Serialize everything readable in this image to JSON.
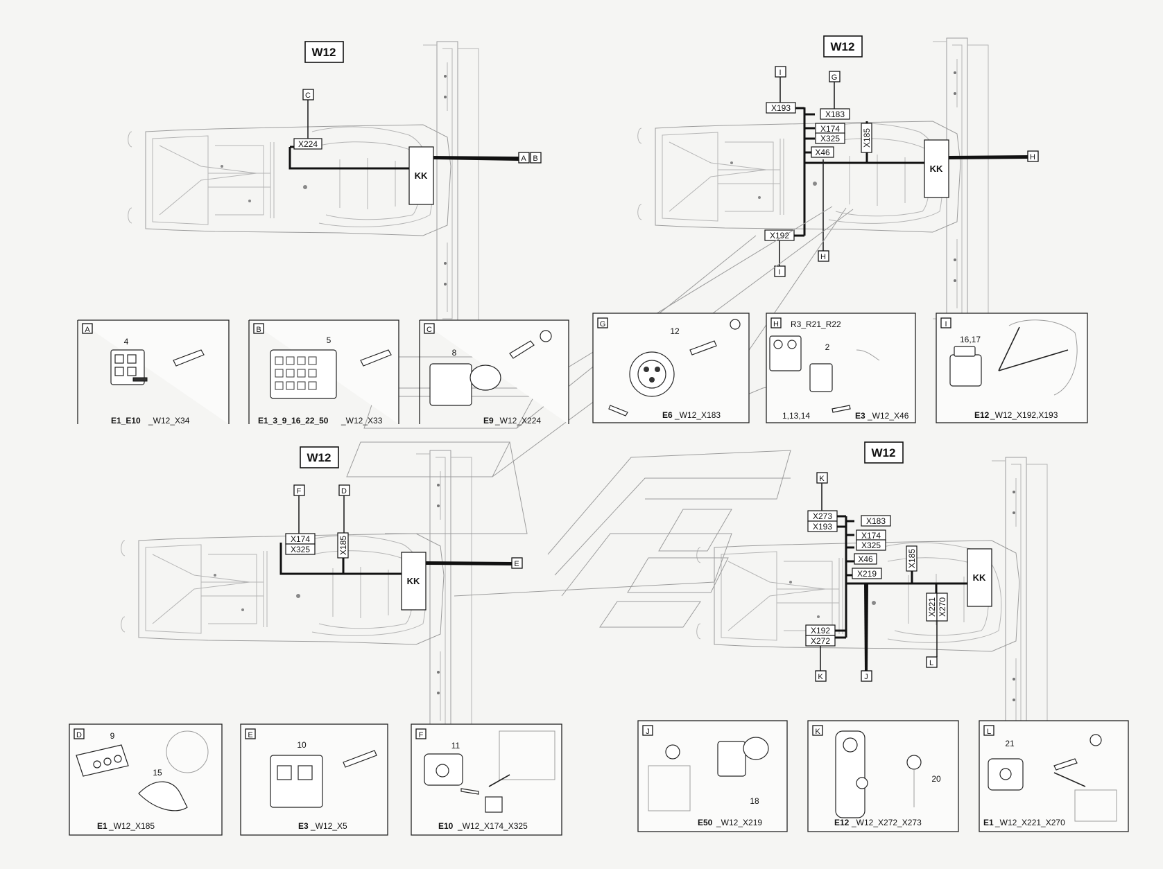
{
  "diagrams": [
    {
      "id": "d1",
      "title": "W12",
      "kk": "KK",
      "connectors": [
        "X224"
      ],
      "tags": [
        "C",
        "A",
        "B"
      ]
    },
    {
      "id": "d2",
      "title": "W12",
      "kk": "KK",
      "connectors": [
        "X193",
        "X183",
        "X174",
        "X325",
        "X46",
        "X185",
        "X192"
      ],
      "tags": [
        "I",
        "G",
        "H",
        "H",
        "I"
      ]
    },
    {
      "id": "d3",
      "title": "W12",
      "kk": "KK",
      "connectors": [
        "X174",
        "X325",
        "X185"
      ],
      "tags": [
        "F",
        "D",
        "E"
      ]
    },
    {
      "id": "d4",
      "title": "W12",
      "kk": "KK",
      "connectors": [
        "X273",
        "X193",
        "X183",
        "X174",
        "X325",
        "X46",
        "X219",
        "X185",
        "X221",
        "X270",
        "X192",
        "X272"
      ],
      "tags": [
        "K",
        "K",
        "J",
        "L"
      ]
    }
  ],
  "detail_panels": [
    {
      "letter": "A",
      "part_numbers": [
        "4"
      ],
      "caption_bold": "E1_E10",
      "caption": "_W12_X34"
    },
    {
      "letter": "B",
      "part_numbers": [
        "5"
      ],
      "caption_bold": "E1_3_9_16_22_50",
      "caption": "_W12_X33"
    },
    {
      "letter": "C",
      "part_numbers": [
        "8"
      ],
      "caption_bold": "E9",
      "caption": "_W12_X224"
    },
    {
      "letter": "G",
      "part_numbers": [
        "12"
      ],
      "caption_bold": "E6",
      "caption": "_W12_X183"
    },
    {
      "letter": "H",
      "extra": "R3_R21_R22",
      "part_numbers": [
        "2",
        "1,13,14"
      ],
      "caption_bold": "E3",
      "caption": "_W12_X46"
    },
    {
      "letter": "I",
      "part_numbers": [
        "16,17"
      ],
      "caption_bold": "E12",
      "caption": "_W12_X192,X193"
    },
    {
      "letter": "D",
      "part_numbers": [
        "9",
        "15"
      ],
      "caption_bold": "E1",
      "caption": "_W12_X185"
    },
    {
      "letter": "E",
      "part_numbers": [
        "10"
      ],
      "caption_bold": "E3",
      "caption": "_W12_X5"
    },
    {
      "letter": "F",
      "part_numbers": [
        "11"
      ],
      "caption_bold": "E10",
      "caption": "_W12_X174_X325"
    },
    {
      "letter": "J",
      "part_numbers": [
        "18"
      ],
      "caption_bold": "E50",
      "caption": "_W12_X219"
    },
    {
      "letter": "K",
      "part_numbers": [
        "20"
      ],
      "caption_bold": "E12",
      "caption": "_W12_X272_X273"
    },
    {
      "letter": "L",
      "part_numbers": [
        "21"
      ],
      "caption_bold": "E1",
      "caption": "_W12_X221_X270"
    }
  ]
}
